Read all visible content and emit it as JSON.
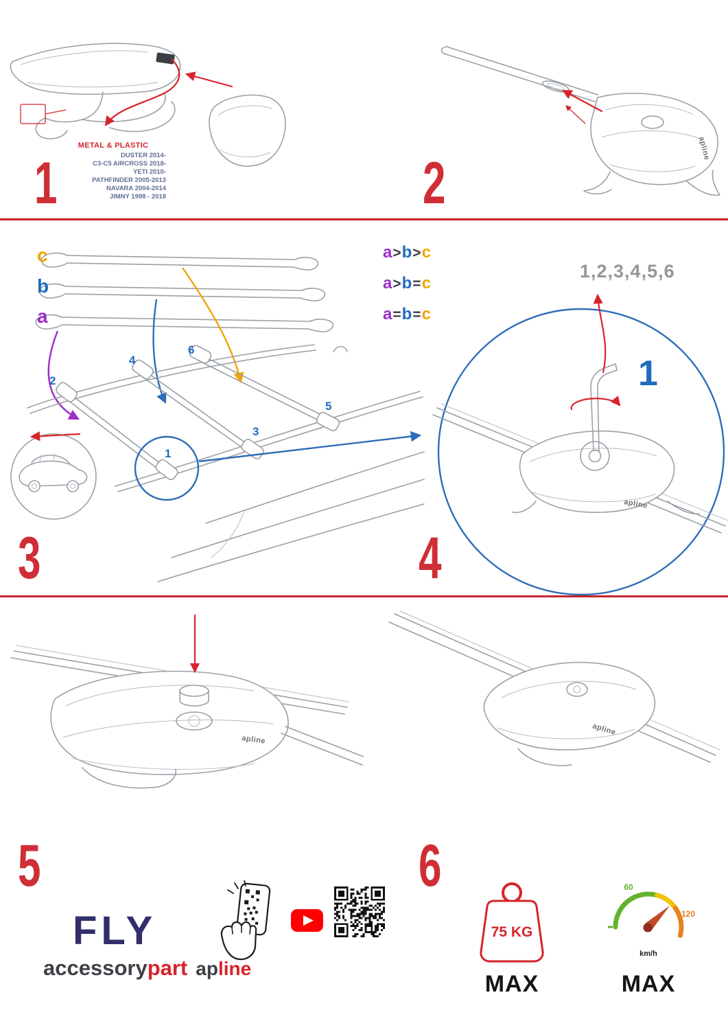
{
  "brand": {
    "fly": "FLY",
    "accessory": "accessory",
    "part": "part",
    "ap": "ap",
    "line": "line",
    "product_logo": "apline"
  },
  "steps": [
    "1",
    "2",
    "3",
    "4",
    "5",
    "6"
  ],
  "panel1": {
    "material_label": "METAL & PLASTIC",
    "vehicles": [
      "DUSTER 2014-",
      "C3-C5 AIRCROSS 2018-",
      "YETI 2010-",
      "PATHFINDER 2005-2013",
      "NAVARA 2004-2014",
      "JIMNY 1998 - 2018"
    ]
  },
  "panel3": {
    "bar_labels": [
      "c",
      "b",
      "a"
    ],
    "legend": [
      {
        "a": "a",
        "op1": ">",
        "b": "b",
        "op2": ">",
        "c": "c"
      },
      {
        "a": "a",
        "op1": ">",
        "b": "b",
        "op2": "=",
        "c": "c"
      },
      {
        "a": "a",
        "op1": "=",
        "b": "b",
        "op2": "=",
        "c": "c"
      }
    ],
    "positions": [
      "1",
      "2",
      "3",
      "4",
      "5",
      "6"
    ]
  },
  "panel4": {
    "sequence": "1,2,3,4,5,6",
    "step_highlight": "1"
  },
  "limits": {
    "weight": "75 KG",
    "weight_max": "MAX",
    "speed_max": "MAX",
    "speed_unit": "km/h",
    "speed_low": "60",
    "speed_high": "120"
  },
  "colors": {
    "red": "#d8232a",
    "blue": "#1f6cc0",
    "purple": "#9b2fc9",
    "orange": "#f0a500",
    "navy": "#312e6b",
    "line_gray": "#99a0a7",
    "muted_blue": "#5f6f95"
  }
}
